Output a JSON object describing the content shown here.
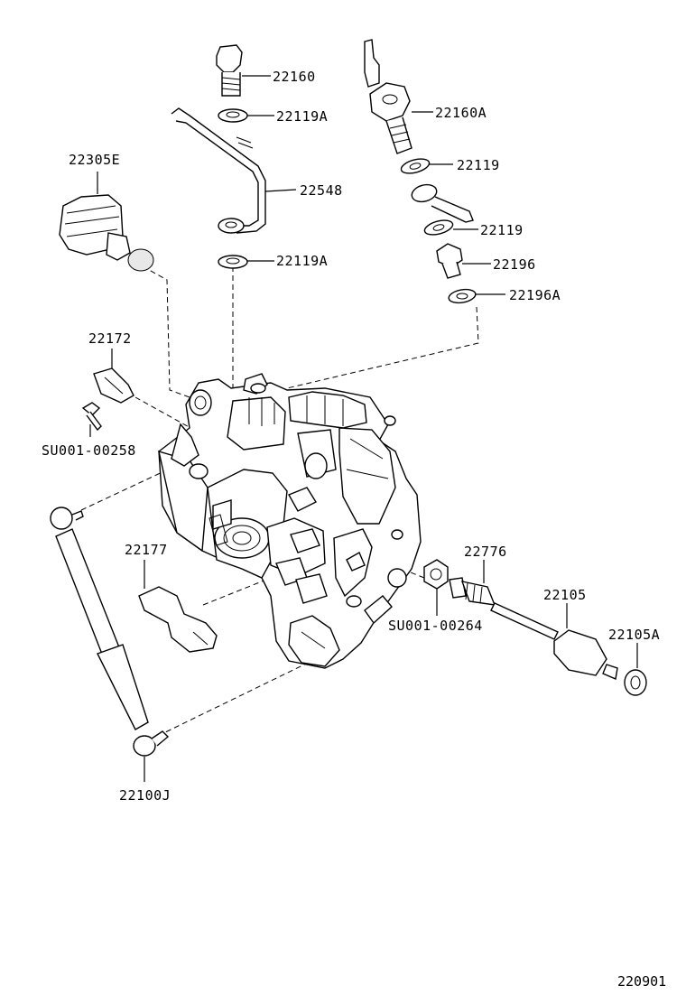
{
  "diagram": {
    "reference_code": "220901",
    "parts": [
      {
        "id": "22160",
        "label": "22160"
      },
      {
        "id": "22119A-top",
        "label": "22119A"
      },
      {
        "id": "22548",
        "label": "22548"
      },
      {
        "id": "22119A-bottom",
        "label": "22119A"
      },
      {
        "id": "22305E",
        "label": "22305E"
      },
      {
        "id": "22160A",
        "label": "22160A"
      },
      {
        "id": "22119-top",
        "label": "22119"
      },
      {
        "id": "22119-bottom",
        "label": "22119"
      },
      {
        "id": "22196",
        "label": "22196"
      },
      {
        "id": "22196A",
        "label": "22196A"
      },
      {
        "id": "22172",
        "label": "22172"
      },
      {
        "id": "SU001-00258",
        "label": "SU001-00258"
      },
      {
        "id": "22177",
        "label": "22177"
      },
      {
        "id": "22776",
        "label": "22776"
      },
      {
        "id": "22105",
        "label": "22105"
      },
      {
        "id": "22105A",
        "label": "22105A"
      },
      {
        "id": "SU001-00264",
        "label": "SU001-00264"
      },
      {
        "id": "22100J",
        "label": "22100J"
      }
    ]
  }
}
